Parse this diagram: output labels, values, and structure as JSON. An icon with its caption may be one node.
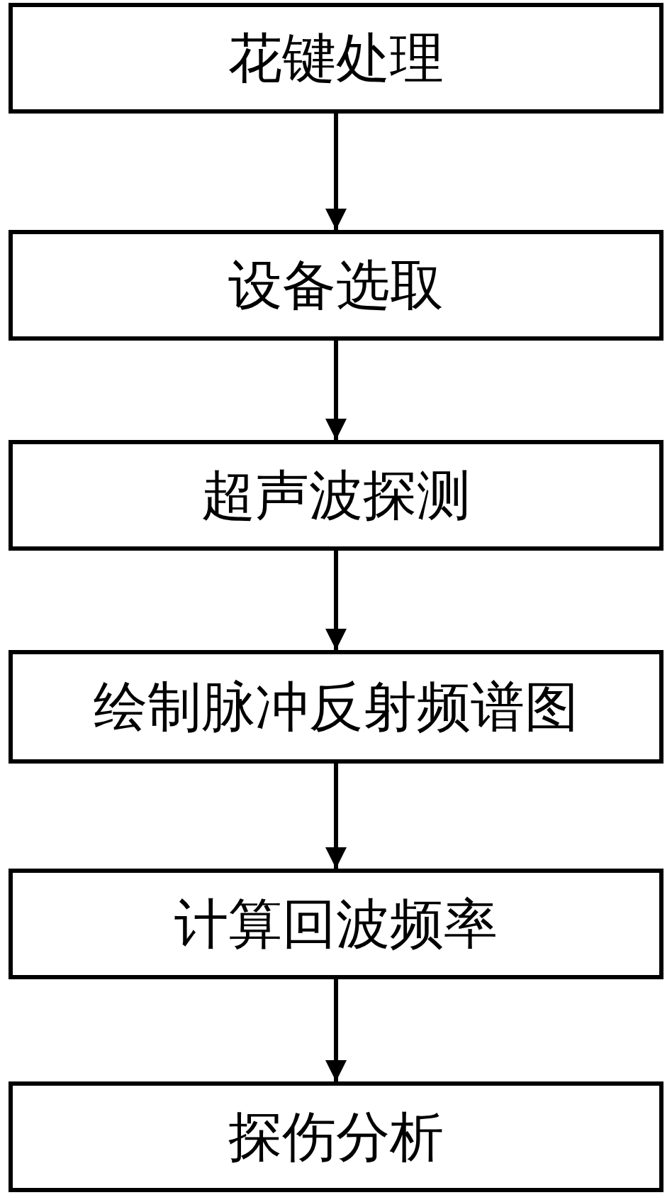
{
  "diagram": {
    "nodes": [
      {
        "text": [
          "花键处理"
        ]
      },
      {
        "text": [
          "设备选取"
        ]
      },
      {
        "text": [
          "超声波探测"
        ]
      },
      {
        "text": [
          "绘制脉冲反射频谱图"
        ]
      },
      {
        "text": [
          "计算回波频率"
        ]
      },
      {
        "text": [
          "探伤分析"
        ]
      }
    ],
    "edges": [
      {
        "from": 0,
        "to": 1,
        "arrow": "to"
      },
      {
        "from": 1,
        "to": 2,
        "arrow": "to"
      },
      {
        "from": 2,
        "to": 3,
        "arrow": "to"
      },
      {
        "from": 3,
        "to": 4,
        "arrow": "to"
      },
      {
        "from": 4,
        "to": 5,
        "arrow": "to"
      }
    ]
  }
}
